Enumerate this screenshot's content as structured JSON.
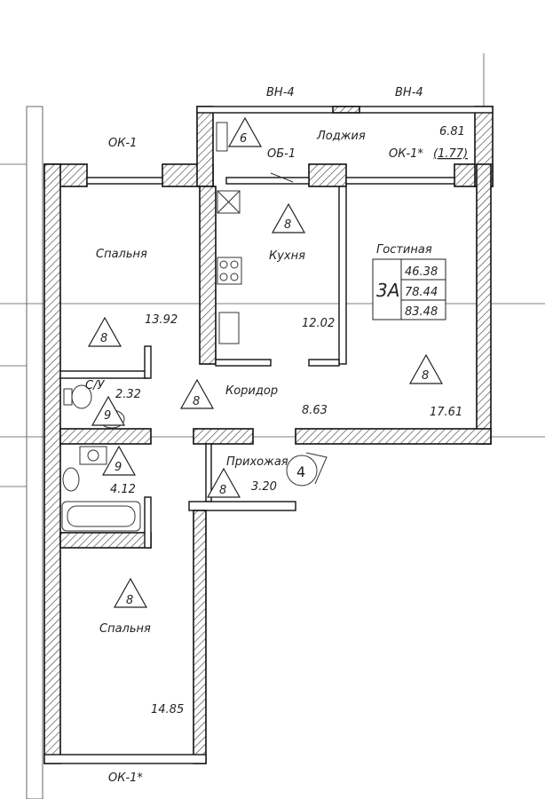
{
  "windows": {
    "bn_left": "ВН-4",
    "bn_right": "ВН-4",
    "ok1_top": "ОК-1",
    "ob1": "ОБ-1",
    "ok1_star_loggia": "ОК-1*",
    "ok1_star_bottom": "ОК-1*"
  },
  "rooms": {
    "loggia": {
      "name": "Лоджия",
      "area": "6.81",
      "reduced_area": "(1.77)",
      "marker": "6"
    },
    "bedroom_top": {
      "name": "Спальня",
      "area": "13.92",
      "marker": "8"
    },
    "kitchen": {
      "name": "Кухня",
      "area": "12.02",
      "marker": "8"
    },
    "living": {
      "name": "Гостиная",
      "area": "17.61",
      "marker": "8"
    },
    "wc": {
      "name": "С/У",
      "area": "2.32",
      "marker": "9"
    },
    "corridor": {
      "name": "Коридор",
      "area": "8.63",
      "marker": "8"
    },
    "bathroom": {
      "area": "4.12",
      "marker": "9"
    },
    "hall": {
      "name": "Прихожая",
      "area": "3.20",
      "marker": "8"
    },
    "bedroom_bottom": {
      "name": "Спальня",
      "area": "14.85",
      "marker": "8"
    }
  },
  "entrance_marker": "4",
  "summary": {
    "type": "3А",
    "living_area": "46.38",
    "total_area": "78.44",
    "total_with_loggia": "83.48"
  }
}
